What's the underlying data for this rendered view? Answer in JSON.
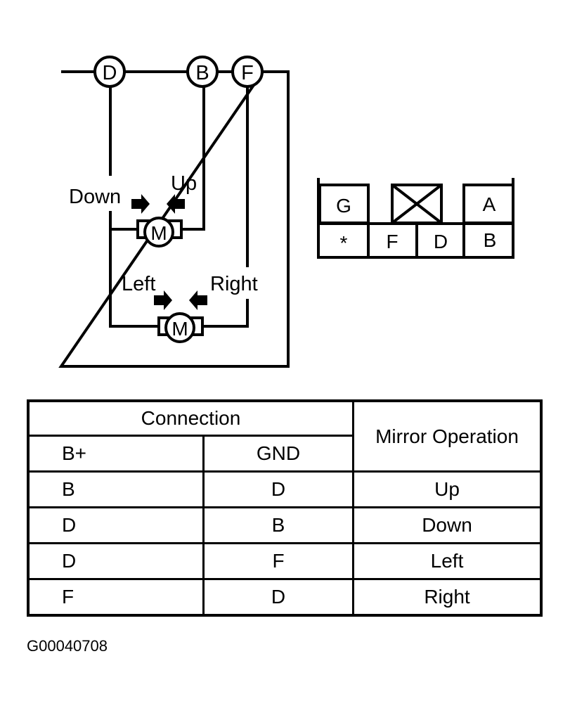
{
  "diagram": {
    "terminals": [
      "D",
      "B",
      "F"
    ],
    "motor_label": "M",
    "motor1_labels": {
      "left": "Down",
      "right": "Up"
    },
    "motor2_labels": {
      "left": "Left",
      "right": "Right"
    }
  },
  "connector": {
    "top_row": [
      "G",
      "",
      "A"
    ],
    "bottom_row": [
      "*",
      "F",
      "D",
      "B"
    ]
  },
  "table": {
    "header_group": "Connection",
    "header_op": "Mirror Operation",
    "col_bplus": "B+",
    "col_gnd": "GND",
    "rows": [
      {
        "bplus": "B",
        "gnd": "D",
        "op": "Up"
      },
      {
        "bplus": "D",
        "gnd": "B",
        "op": "Down"
      },
      {
        "bplus": "D",
        "gnd": "F",
        "op": "Left"
      },
      {
        "bplus": "F",
        "gnd": "D",
        "op": "Right"
      }
    ]
  },
  "figure_code": "G00040708"
}
